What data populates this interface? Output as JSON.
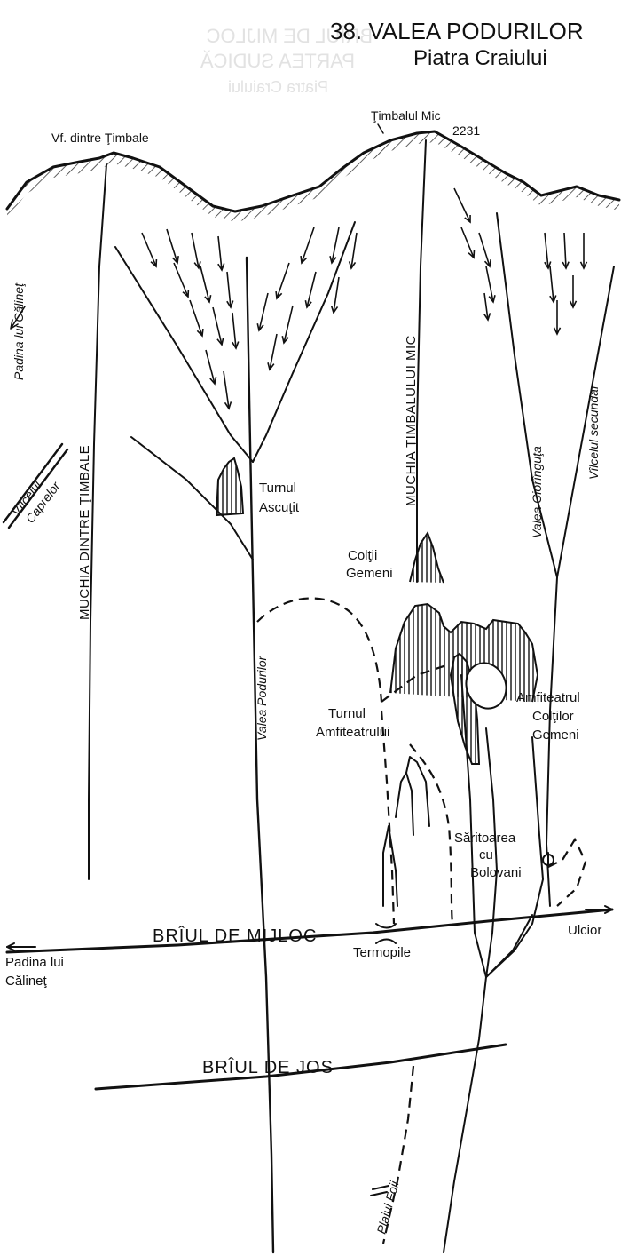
{
  "map": {
    "title": "38. VALEA PODURILOR",
    "subtitle": "Piatra Craiului",
    "faded_text": [
      "BRÎUL DE MIJLOC",
      "PARTEA SUDICĂ",
      "Piatra Craiului"
    ],
    "peaks": {
      "left": "Vf. dintre Ţimbale",
      "right_name": "Ţimbalul Mic",
      "right_altitude": "2231"
    },
    "ridges": {
      "left": "MUCHIA DINTRE ŢIMBALE",
      "right": "MUCHIA ŢIMBALULUI MIC"
    },
    "valleys": {
      "padina_top": "Padina lui Călineţ",
      "vilcelul_caprelor_1": "Vîlcelul",
      "vilcelul_caprelor_2": "Caprelor",
      "valea_podurilor": "Valea Podurilor",
      "valea_ciorinquta": "Valea Ciorînguţa",
      "vilcelul_secundar": "Vîlcelul secundar"
    },
    "features": {
      "turnul_ascutit_1": "Turnul",
      "turnul_ascutit_2": "Ascuţit",
      "coltii_gemeni_1": "Colţii",
      "coltii_gemeni_2": "Gemeni",
      "turnul_amfiteatrului_1": "Turnul",
      "turnul_amfiteatrului_2": "Amfiteatrului",
      "amfiteatrul_1": "Amfiteatrul",
      "amfiteatrul_2": "Colţilor",
      "amfiteatrul_3": "Gemeni",
      "saritoarea_1": "Săritoarea",
      "saritoarea_2": "cu",
      "saritoarea_3": "Bolovani",
      "termopile": "Termopile"
    },
    "bands": {
      "mijloc": "BRÎUL DE MIJLOC",
      "jos": "BRÎUL DE JOS"
    },
    "edges": {
      "ulcior": "Ulcior",
      "padina_bottom_1": "Padina lui",
      "padina_bottom_2": "Călineţ",
      "plaiul_foii": "Plaiul Foii"
    },
    "colors": {
      "ink": "#111111",
      "paper": "#ffffff",
      "ghost": "#e2e2e2"
    }
  }
}
